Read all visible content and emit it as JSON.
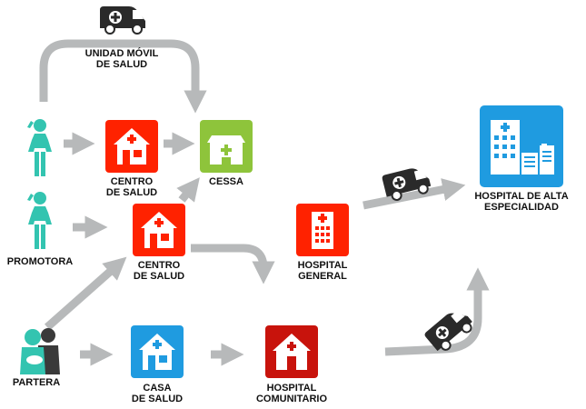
{
  "colors": {
    "red": "#ff2200",
    "dark_red": "#c8130c",
    "green": "#8ec43b",
    "blue": "#1f9be0",
    "teal": "#33c4b0",
    "arrow_gray": "#b7b9ba",
    "vehicle_dark": "#2a2a2a"
  },
  "labels": {
    "unidad_movil": [
      "UNIDAD MÓVIL",
      "DE SALUD"
    ],
    "centro_salud_top": [
      "CENTRO",
      "DE SALUD"
    ],
    "cessa": [
      "CESSA"
    ],
    "promotora": [
      "PROMOTORA"
    ],
    "centro_salud_mid": [
      "CENTRO",
      "DE SALUD"
    ],
    "hospital_general": [
      "HOSPITAL",
      "GENERAL"
    ],
    "hospital_alta": [
      "HOSPITAL DE ALTA",
      "ESPECIALIDAD"
    ],
    "partera": [
      "PARTERA"
    ],
    "casa_salud": [
      "CASA",
      "DE SALUD"
    ],
    "hospital_comunitario": [
      "HOSPITAL",
      "COMUNITARIO"
    ]
  },
  "icons": [
    "ambulance-icon",
    "woman-icon",
    "health-center-icon",
    "cessa-icon",
    "hospital-building-icon",
    "hospital-tower-icon",
    "midwife-icon",
    "health-house-icon",
    "community-hospital-icon"
  ]
}
